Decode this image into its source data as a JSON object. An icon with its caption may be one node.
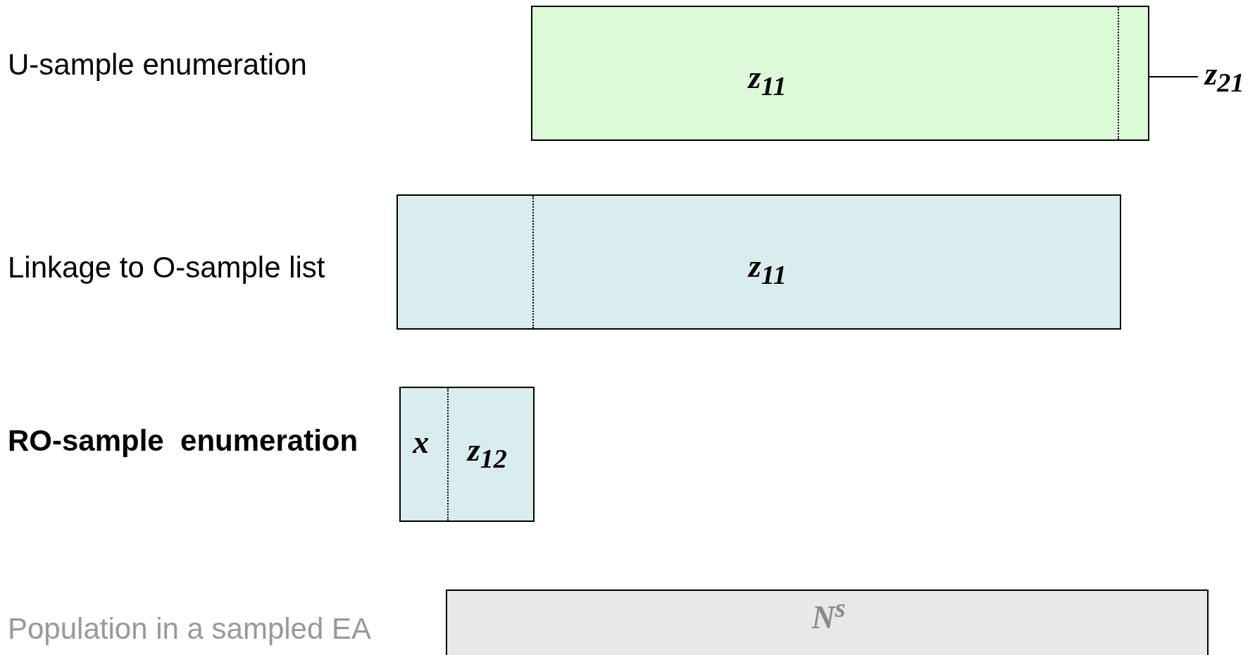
{
  "diagram": {
    "nodes": [
      {
        "text": [
          "z$_{11}$"
        ]
      },
      {
        "text": [],
        "shape": "box",
        "in": 0
      },
      {
        "text": [
          "z$_{21}$"
        ]
      },
      {
        "text": [
          "z$_{11}$"
        ]
      },
      {
        "text": [
          "x",
          "z$_{12}$"
        ]
      },
      {
        "text": [
          "N$^{s}$"
        ]
      }
    ],
    "edges": [
      {
        "from": 2,
        "to": 1,
        "arrow": "none"
      }
    ],
    "labels": [
      "U-sample enumeration",
      "Linkage to O-sample list",
      "RO-sample  enumeration",
      "Population in a sampled EA"
    ]
  }
}
